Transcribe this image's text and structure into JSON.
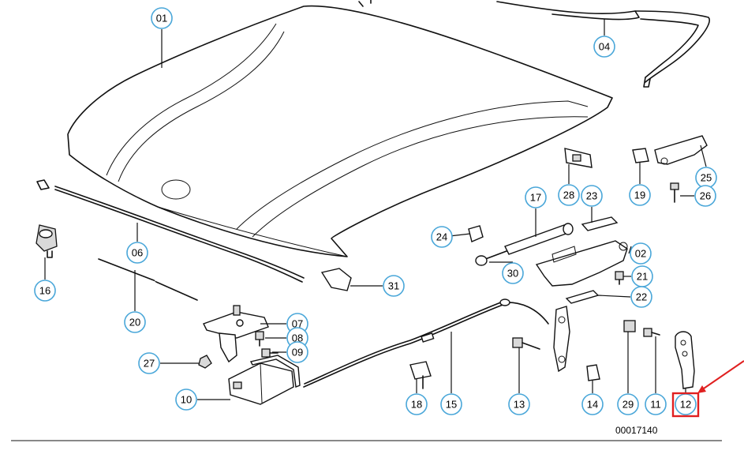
{
  "diagram": {
    "document_number": "00017140",
    "highlighted_callout": "12",
    "highlight_color": "#e02020",
    "callout_color": "#4aa7d9",
    "callouts": [
      "01",
      "02",
      "04",
      "06",
      "07",
      "08",
      "09",
      "10",
      "11",
      "12",
      "13",
      "14",
      "15",
      "16",
      "17",
      "18",
      "19",
      "20",
      "21",
      "22",
      "23",
      "24",
      "25",
      "26",
      "27",
      "28",
      "29",
      "30",
      "31"
    ]
  }
}
